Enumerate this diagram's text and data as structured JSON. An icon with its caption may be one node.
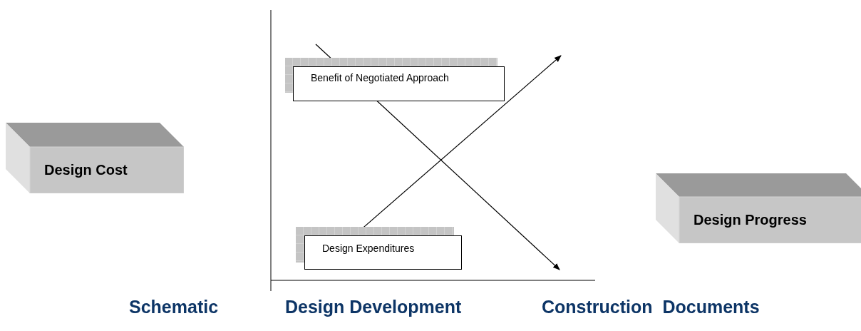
{
  "diagram": {
    "nodes": [
      {
        "text": [
          "Design Cost"
        ]
      },
      {
        "text": [
          "Benefit of Negotiated Approach"
        ]
      },
      {
        "text": [
          "Design Expenditures"
        ]
      },
      {
        "text": [
          "Design Progress"
        ]
      }
    ],
    "edges": [
      {
        "from": 1,
        "to": null,
        "arrow": "to"
      },
      {
        "from": 2,
        "to": null,
        "arrow": "to"
      }
    ],
    "labels": [
      "Schematic",
      "Design Development",
      "Construction  Documents"
    ]
  }
}
